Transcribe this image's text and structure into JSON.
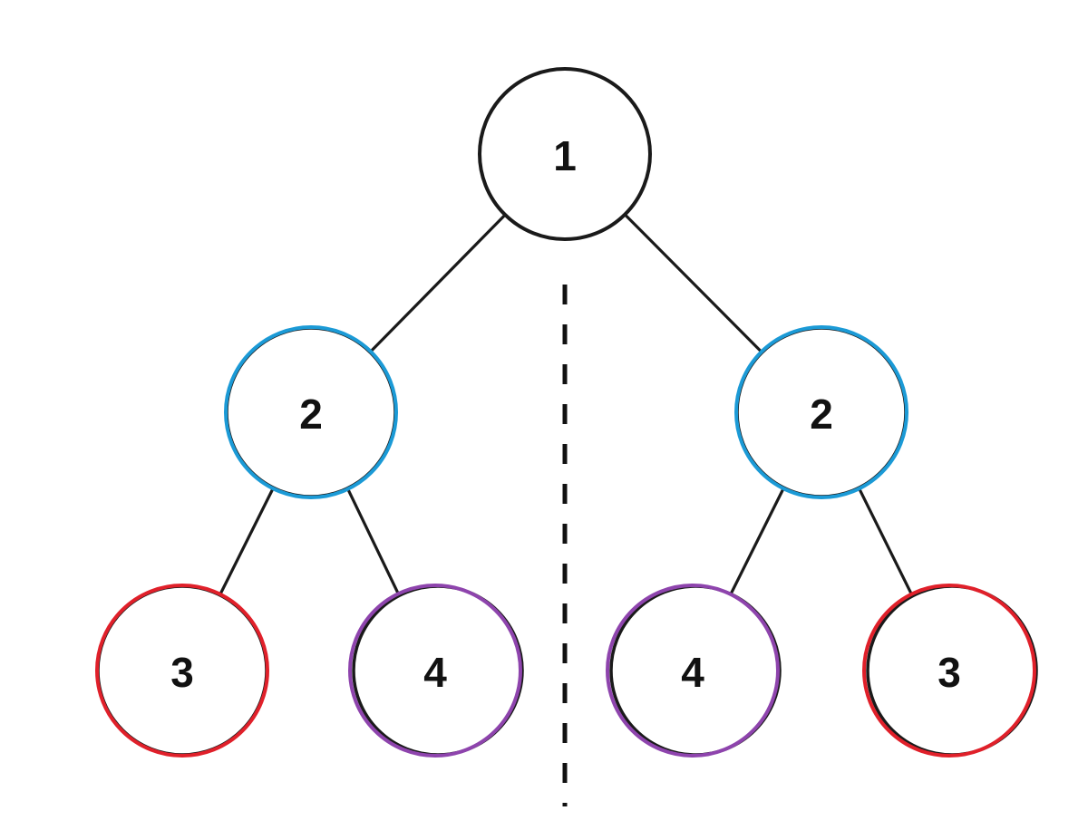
{
  "tree": {
    "nodes": [
      {
        "id": "root",
        "label": "1",
        "ring_color": "#1a1a1a"
      },
      {
        "id": "l",
        "label": "2",
        "ring_color": "#1b9ad6"
      },
      {
        "id": "r",
        "label": "2",
        "ring_color": "#1b9ad6"
      },
      {
        "id": "ll",
        "label": "3",
        "ring_color": "#e0202a"
      },
      {
        "id": "lr",
        "label": "4",
        "ring_color": "#8e44ad"
      },
      {
        "id": "rl",
        "label": "4",
        "ring_color": "#8e44ad"
      },
      {
        "id": "rr",
        "label": "3",
        "ring_color": "#e0202a"
      }
    ],
    "edges": [
      {
        "from": "root",
        "to": "l"
      },
      {
        "from": "root",
        "to": "r"
      },
      {
        "from": "l",
        "to": "ll"
      },
      {
        "from": "l",
        "to": "lr"
      },
      {
        "from": "r",
        "to": "rl"
      },
      {
        "from": "r",
        "to": "rr"
      }
    ],
    "mirror_axis": {
      "style": "dashed",
      "color": "#111111"
    }
  }
}
